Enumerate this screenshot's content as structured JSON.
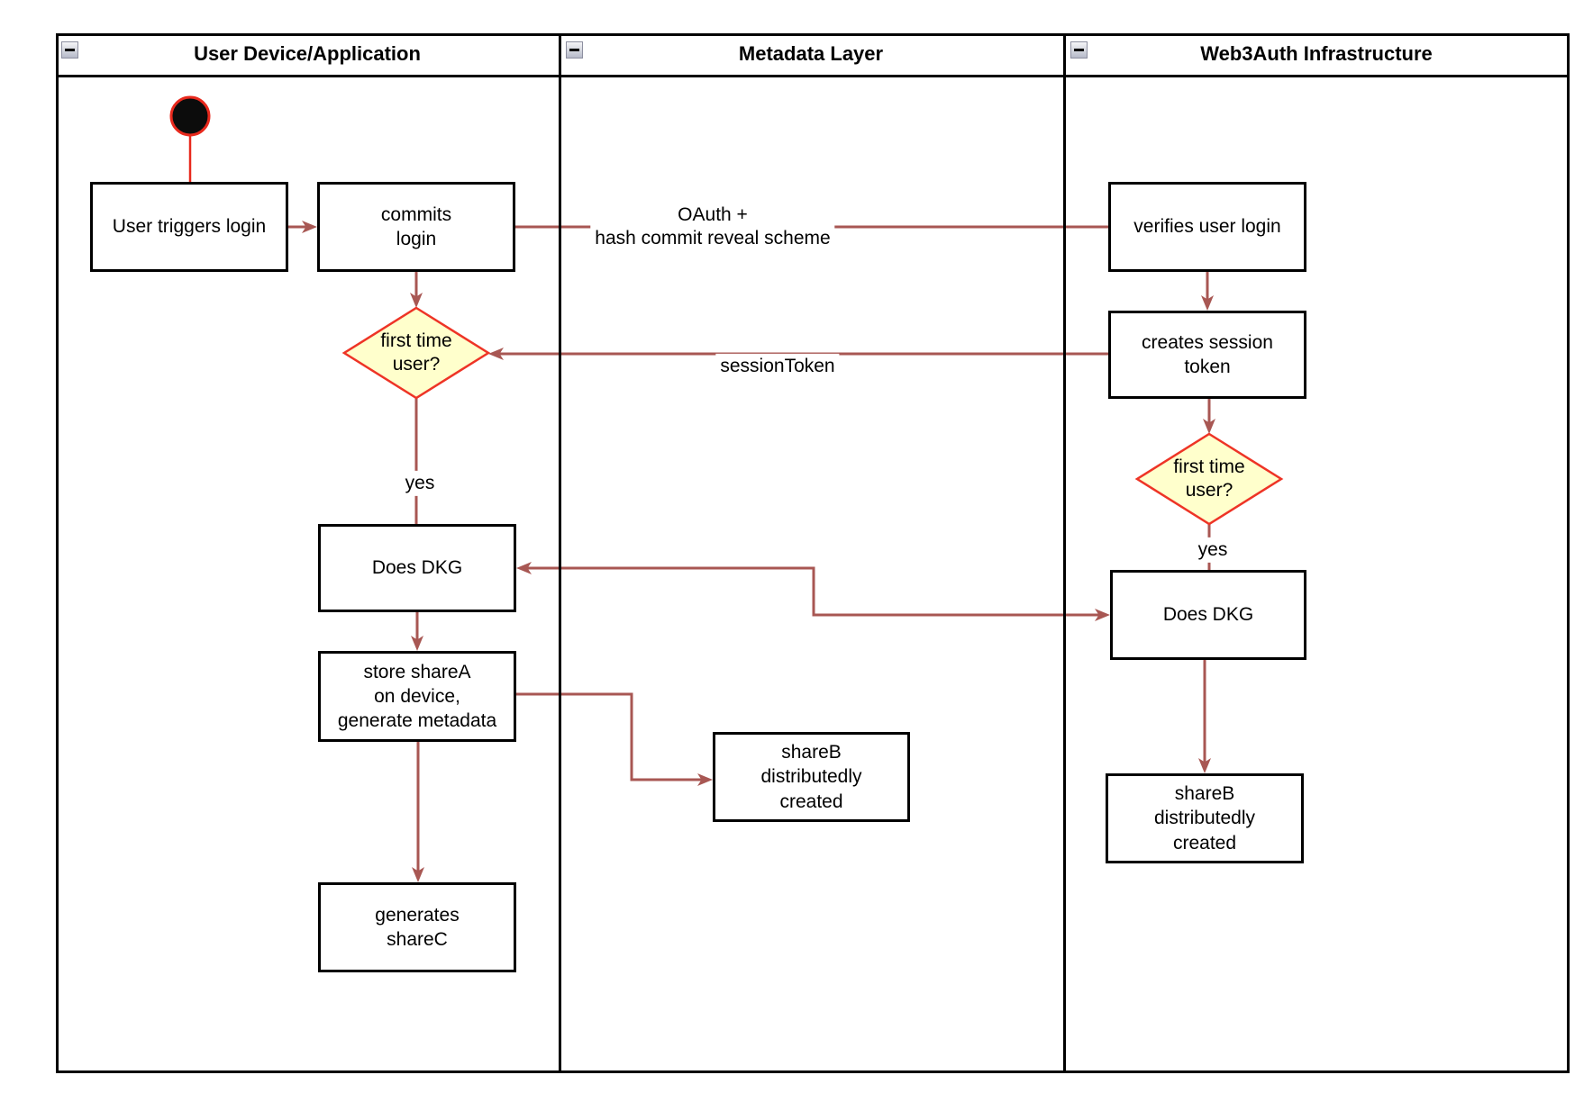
{
  "colors": {
    "connector": "#a85753",
    "start_accent": "#e8291d",
    "decision_border": "#ee3426",
    "decision_fill": "#ffffcc",
    "node_border": "#000000",
    "node_fill": "#ffffff"
  },
  "lanes": [
    {
      "title": "User Device/Application"
    },
    {
      "title": "Metadata Layer"
    },
    {
      "title": "Web3Auth Infrastructure"
    }
  ],
  "nodes": {
    "user_triggers_login": "User triggers login",
    "commits_login": "commits\nlogin",
    "decision_device": "first time\nuser?",
    "does_dkg_device": "Does DKG",
    "store_share_a": "store shareA\non device,\ngenerate metadata",
    "generates_share_c": "generates\nshareC",
    "share_b_metadata": "shareB\ndistributedly\ncreated",
    "verifies_user_login": "verifies user login",
    "creates_session_token": "creates session\ntoken",
    "decision_infra": "first time\nuser?",
    "does_dkg_infra": "Does DKG",
    "share_b_infra": "shareB\ndistributedly\ncreated"
  },
  "edge_labels": {
    "oauth": "OAuth +\nhash commit reveal scheme",
    "session_token": "sessionToken",
    "yes_device": "yes",
    "yes_infra": "yes"
  }
}
